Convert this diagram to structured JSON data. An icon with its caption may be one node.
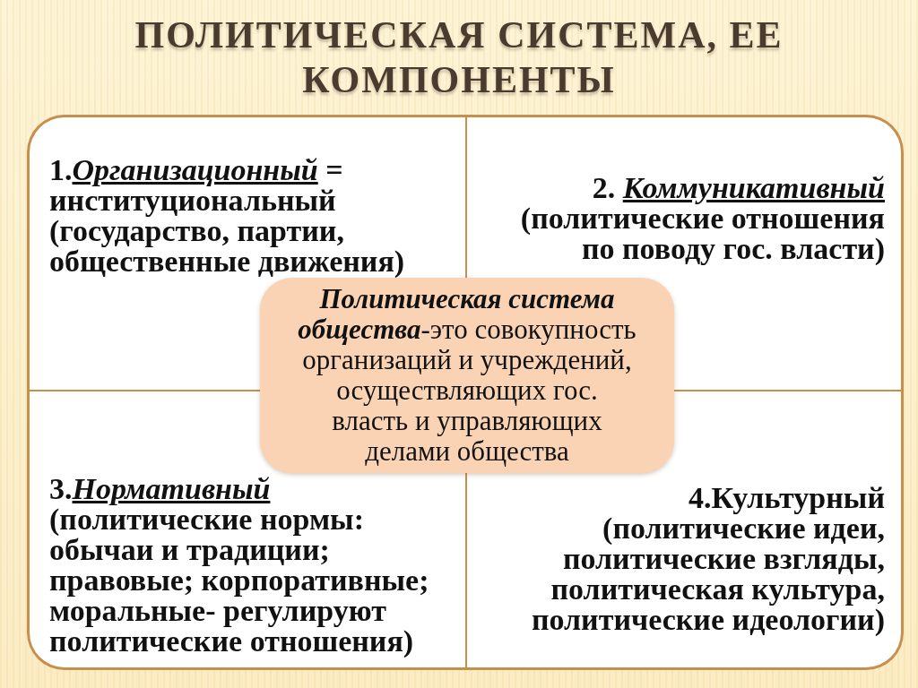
{
  "diagram": {
    "title": "ПОЛИТИЧЕСКАЯ СИСТЕМА, ЕЕ КОМПОНЕНТЫ",
    "nodes": [
      {
        "text": [
          "1.*Организационный* = институциональный (государство, партии, общественные движения)"
        ]
      },
      {
        "text": [
          "2. *Коммуникативный*",
          "(политические отношения по поводу гос. власти)"
        ]
      },
      {
        "text": [
          "*Политическая система общества*-это совокупность организаций и учреждений, осуществляющих гос. власть и управляющих делами общества"
        ]
      },
      {
        "text": [
          "3.*Нормативный*",
          "(политические нормы: обычаи и традиции; правовые; корпоративные; моральные- регулируют политические отношения)"
        ]
      },
      {
        "text": [
          "4.Культурный",
          "(политические идеи, политические взгляды, политическая культура, политические идеологии)"
        ]
      }
    ]
  }
}
